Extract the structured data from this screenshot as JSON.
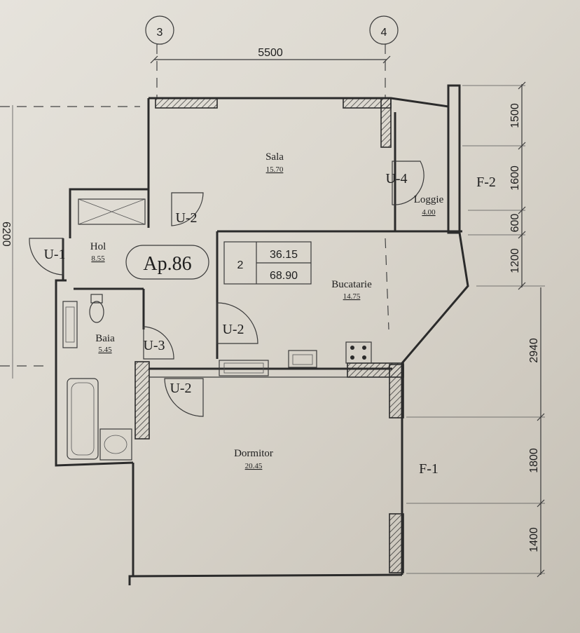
{
  "axes": {
    "left": "3",
    "right": "4"
  },
  "dimensions": {
    "top": "5500",
    "right_upper": [
      "1500",
      "1600",
      "600",
      "1200"
    ],
    "right_lower": [
      "2940",
      "1800",
      "1400"
    ],
    "left": "6200"
  },
  "rooms": {
    "sala": {
      "name": "Sala",
      "area": "15.70"
    },
    "loggie": {
      "name": "Loggie",
      "area": "4.00"
    },
    "hol": {
      "name": "Hol",
      "area": "8.55"
    },
    "bucatarie": {
      "name": "Bucatarie",
      "area": "14.75"
    },
    "baia": {
      "name": "Baia",
      "area": "5.45"
    },
    "dormitor": {
      "name": "Dormitor",
      "area": "20.45"
    }
  },
  "doors": {
    "u1": "U-1",
    "u2_hol": "U-2",
    "u2_kitchen": "U-2",
    "u2_bedroom": "U-2",
    "u3": "U-3",
    "u4": "U-4"
  },
  "windows": {
    "f1": "F-1",
    "f2": "F-2"
  },
  "apartment": {
    "label": "Ap.86",
    "rooms_count": "2",
    "living_area": "36.15",
    "total_area": "68.90"
  }
}
